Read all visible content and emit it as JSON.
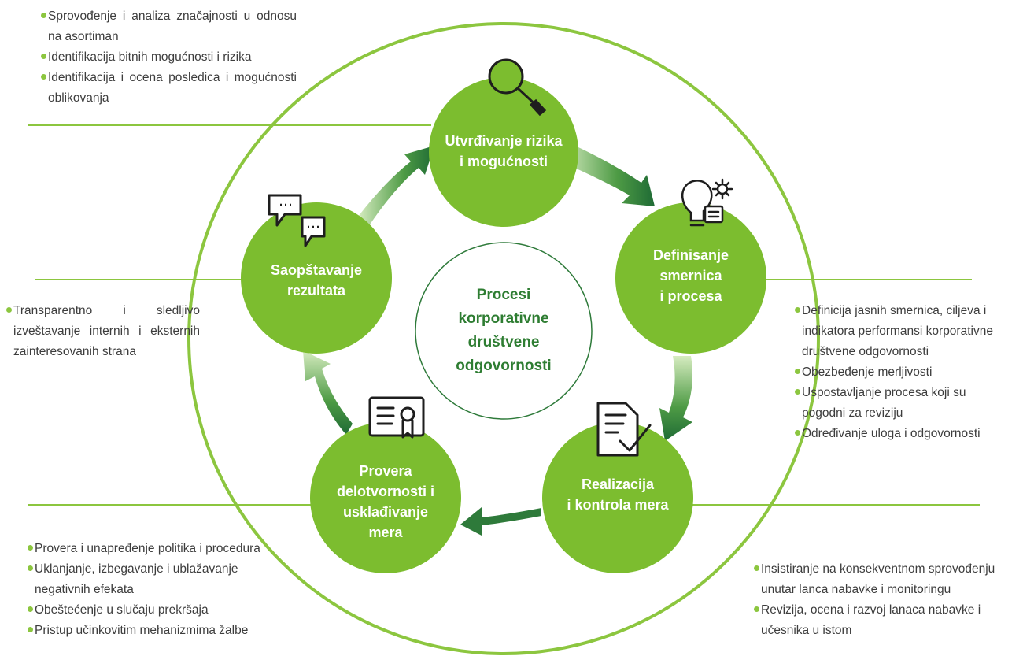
{
  "colors": {
    "circle_green": "#7cbd2f",
    "line_green": "#8cc63f",
    "arrow_dark": "#2e7a3a",
    "center_text": "#2e7d32"
  },
  "center": {
    "lines": [
      "Procesi",
      "korporativne",
      "društvene",
      "odgovornosti"
    ]
  },
  "nodes": {
    "top": {
      "lines": [
        "Utvrđivanje rizika",
        "i mogućnosti"
      ],
      "icon": "magnifier-icon"
    },
    "right": {
      "lines": [
        "Definisanje",
        "smernica",
        "i procesa"
      ],
      "icon": "lightbulb-gear-icon"
    },
    "bottom_right": {
      "lines": [
        "Realizacija",
        "i kontrola mera"
      ],
      "icon": "checklist-document-icon"
    },
    "bottom_left": {
      "lines": [
        "Provera",
        "delotvornosti i",
        "usklađivanje",
        "mera"
      ],
      "icon": "certificate-icon"
    },
    "left": {
      "lines": [
        "Saopštavanje",
        "rezultata"
      ],
      "icon": "chat-bubbles-icon"
    }
  },
  "bullets": {
    "top_left": [
      "Sprovođenje i analiza značajnosti u odnosu na asortiman",
      "Identifikacija bitnih mogućnosti i rizika",
      "Identifikacija i ocena posledica i mogućnosti oblikovanja"
    ],
    "left": [
      "Transparentno i sledljivo izveštavanje internih i eksternih zainteresovanih strana"
    ],
    "right": [
      "Definicija jasnih smernica, ciljeva i indikatora performansi korporativne društvene odgovornosti",
      "Obezbeđenje merljivosti",
      "Uspostavljanje procesa koji su pogodni za reviziju",
      "Određivanje uloga i odgovornosti"
    ],
    "bottom_left": [
      "Provera i unapređenje politika i procedura",
      "Uklanjanje, izbegavanje i ublažavanje negativnih efekata",
      "Obeštećenje u slučaju prekršaja",
      "Pristup učinkovitim mehanizmima žalbe"
    ],
    "bottom_right": [
      "Insistiranje na konsekventnom sprovođenju unutar lanca nabavke i monitoringu",
      "Revizija, ocena i razvoj lanaca nabavke i učesnika u istom"
    ]
  }
}
